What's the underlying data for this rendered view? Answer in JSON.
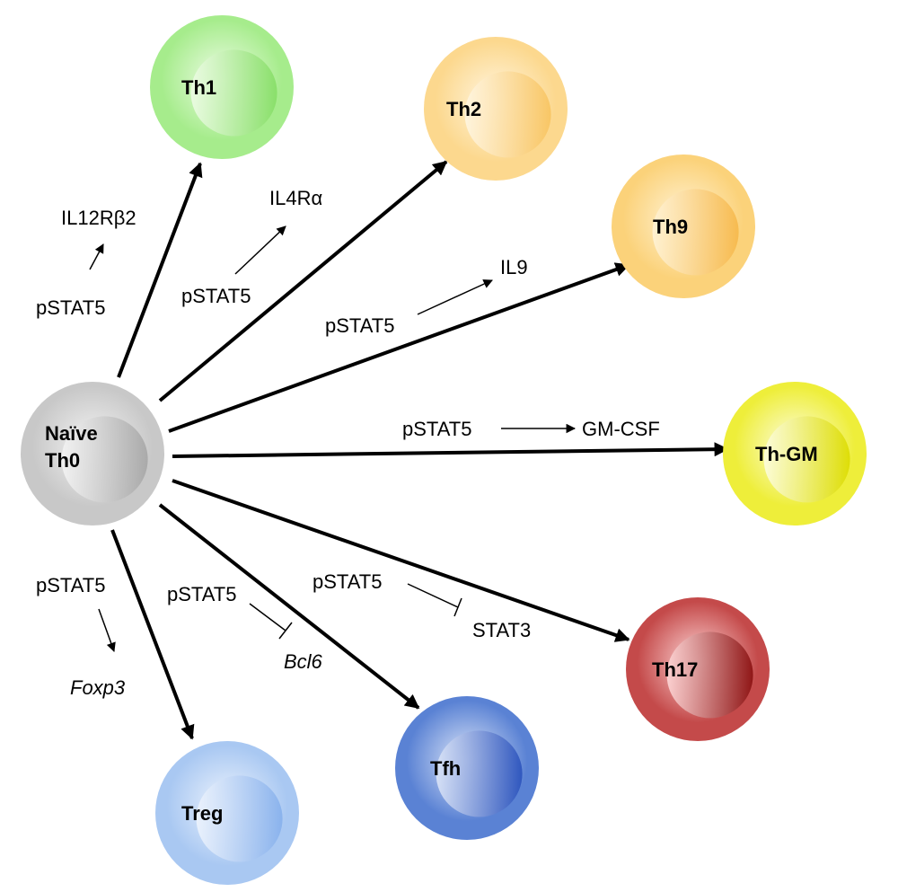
{
  "cells": [
    {
      "id": "th0",
      "lines": [
        "Naïve",
        "Th0"
      ],
      "color": "#c8c8c8",
      "dark": "#a6a6a6",
      "light": "#f4f4f4"
    },
    {
      "id": "th1",
      "lines": [
        "Th1"
      ],
      "color": "#a6ec8c",
      "dark": "#86de66",
      "light": "#eefce6"
    },
    {
      "id": "th2",
      "lines": [
        "Th2"
      ],
      "color": "#fcd88e",
      "dark": "#f8c460",
      "light": "#fff6e2"
    },
    {
      "id": "th9",
      "lines": [
        "Th9"
      ],
      "color": "#fbd27a",
      "dark": "#f6b84a",
      "light": "#fff3d6"
    },
    {
      "id": "thgm",
      "lines": [
        "Th-GM"
      ],
      "color": "#eeee3a",
      "dark": "#dcdc00",
      "light": "#fdfde0"
    },
    {
      "id": "th17",
      "lines": [
        "Th17"
      ],
      "color": "#c44a4a",
      "dark": "#8a1010",
      "light": "#ffd8d8"
    },
    {
      "id": "tfh",
      "lines": [
        "Tfh"
      ],
      "color": "#5a82d4",
      "dark": "#2a52bc",
      "light": "#dde6f8"
    },
    {
      "id": "treg",
      "lines": [
        "Treg"
      ],
      "color": "#a9c8f2",
      "dark": "#86b0ec",
      "light": "#eef4fd"
    }
  ],
  "annotations": {
    "th1_from": "pSTAT5",
    "th1_to": "IL12Rβ2",
    "th2_from": "pSTAT5",
    "th2_to": "IL4Rα",
    "th9_from": "pSTAT5",
    "th9_to": "IL9",
    "thgm_from": "pSTAT5",
    "thgm_to": "GM-CSF",
    "th17_from": "pSTAT5",
    "th17_to": "STAT3",
    "tfh_from": "pSTAT5",
    "tfh_to": "Bcl6",
    "treg_from": "pSTAT5",
    "treg_to": "Foxp3"
  }
}
